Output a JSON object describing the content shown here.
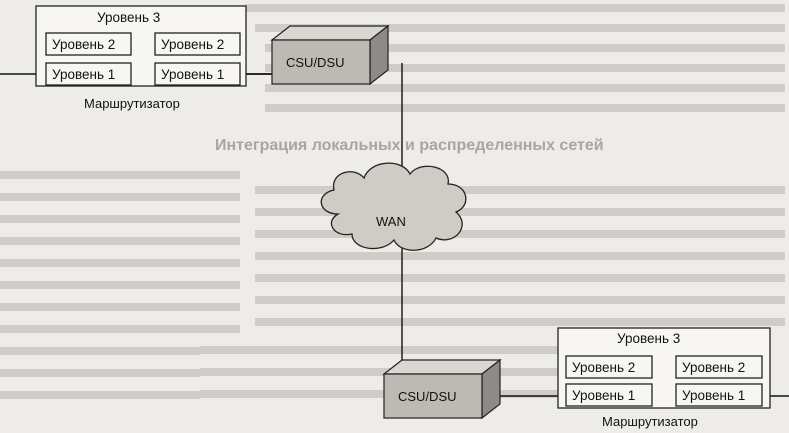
{
  "router_top": {
    "level3": "Уровень 3",
    "left_level2": "Уровень 2",
    "left_level1": "Уровень 1",
    "right_level2": "Уровень 2",
    "right_level1": "Уровень 1",
    "label": "Маршрутизатор"
  },
  "csu_top": {
    "label": "CSU/DSU"
  },
  "wan": {
    "label": "WAN"
  },
  "csu_bottom": {
    "label": "CSU/DSU"
  },
  "router_bottom": {
    "level3": "Уровень 3",
    "left_level2": "Уровень 2",
    "left_level1": "Уровень 1",
    "right_level2": "Уровень 2",
    "right_level1": "Уровень 1",
    "label": "Маршрутизатор"
  },
  "background_text": {
    "heading": "Интеграция локальных и распределенных сетей"
  }
}
